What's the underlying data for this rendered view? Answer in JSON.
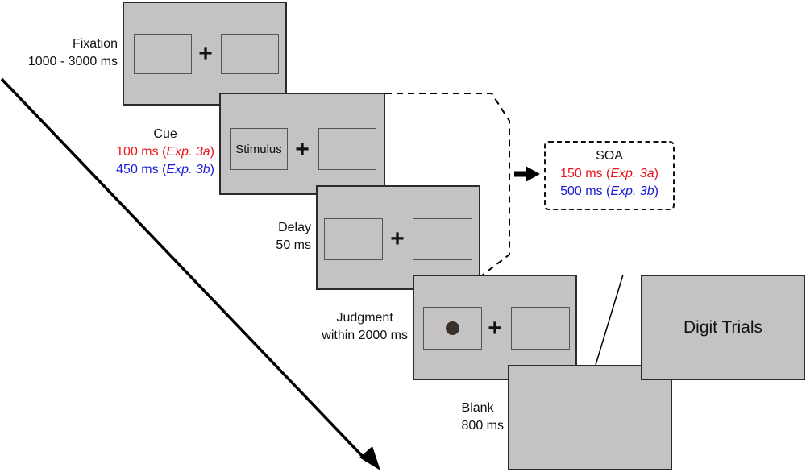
{
  "stages": {
    "fixation": {
      "name": "Fixation",
      "duration": "1000 - 3000 ms"
    },
    "cue": {
      "name": "Cue",
      "exp_a_value": "100 ms (",
      "exp_a_italic": "Exp. 3a",
      "exp_a_close": ")",
      "exp_b_value": "450 ms (",
      "exp_b_italic": "Exp. 3b",
      "exp_b_close": ")",
      "stimulus_text": "Stimulus"
    },
    "delay": {
      "name": "Delay",
      "duration": "50 ms"
    },
    "judgment": {
      "name": "Judgment",
      "duration": "within 2000 ms"
    },
    "blank": {
      "name": "Blank",
      "duration": "800 ms"
    }
  },
  "fixation_symbol": "+",
  "soa": {
    "title": "SOA",
    "exp_a_value": "150 ms (",
    "exp_a_italic": "Exp. 3a",
    "exp_a_close": ")",
    "exp_b_value": "500 ms (",
    "exp_b_italic": "Exp. 3b",
    "exp_b_close": ")"
  },
  "digit_trials": {
    "label": "Digit Trials"
  },
  "colors": {
    "screen_fill": "#c4c2c3",
    "exp_a": "#e8151a",
    "exp_b": "#1c1cd4",
    "outline": "#2b2b2b"
  }
}
